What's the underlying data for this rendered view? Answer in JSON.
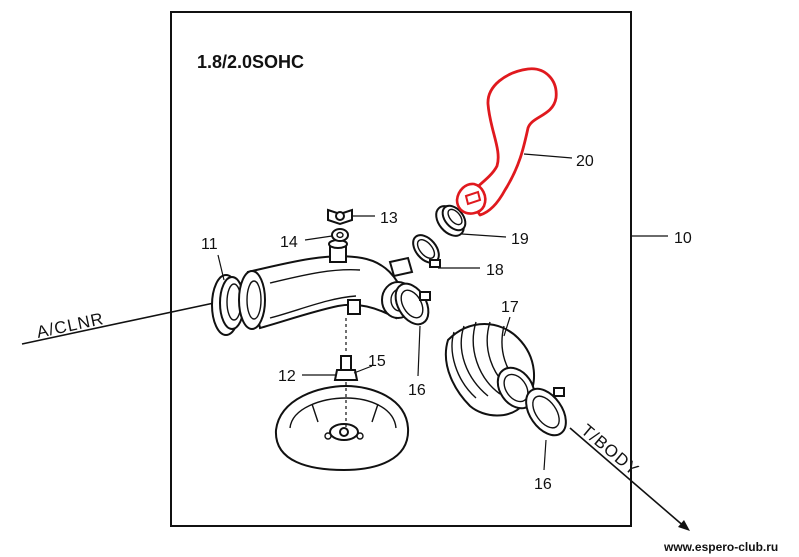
{
  "diagram": {
    "title": "1.8/2.0SOHC",
    "watermark": "www.espero-club.ru",
    "flow_labels": {
      "inlet": "A/CLNR",
      "outlet": "T/BODY"
    },
    "callouts": {
      "c10": "10",
      "c11": "11",
      "c12": "12",
      "c13": "13",
      "c14": "14",
      "c15": "15",
      "c16a": "16",
      "c16b": "16",
      "c17": "17",
      "c18": "18",
      "c19": "19",
      "c20": "20"
    },
    "highlight_color": "#e0191e"
  }
}
